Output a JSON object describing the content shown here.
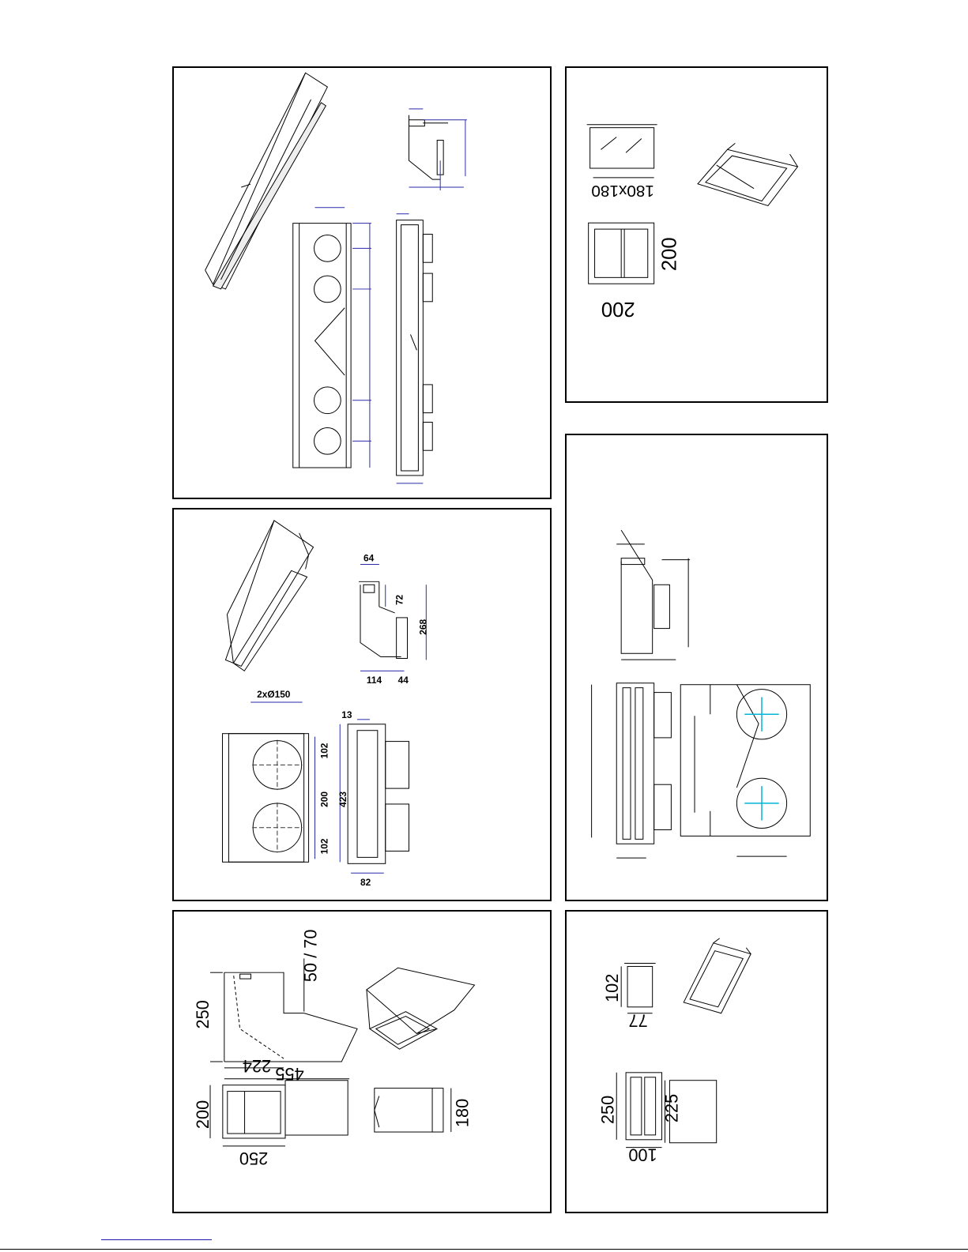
{
  "panels": {
    "p4": {
      "dims": {
        "d64": "64",
        "d72": "72",
        "d268": "268",
        "d114": "114",
        "d44": "44",
        "d2x150": "2xØ150",
        "d13": "13",
        "d102a": "102",
        "d200": "200",
        "d102b": "102",
        "d423": "423",
        "d82": "82"
      }
    },
    "p2": {
      "dims": {
        "d180x180": "180x180",
        "d200h": "200",
        "d200v": "200"
      }
    },
    "p5": {
      "dims": {
        "d50_70": "50 / 70",
        "d250h": "250",
        "d224": "224",
        "d455": "455",
        "d200": "200",
        "d250b": "250",
        "d180": "180"
      }
    },
    "p6": {
      "dims": {
        "d102": "102",
        "d77": "77",
        "d250": "250",
        "d225": "225",
        "d100": "100"
      }
    }
  }
}
